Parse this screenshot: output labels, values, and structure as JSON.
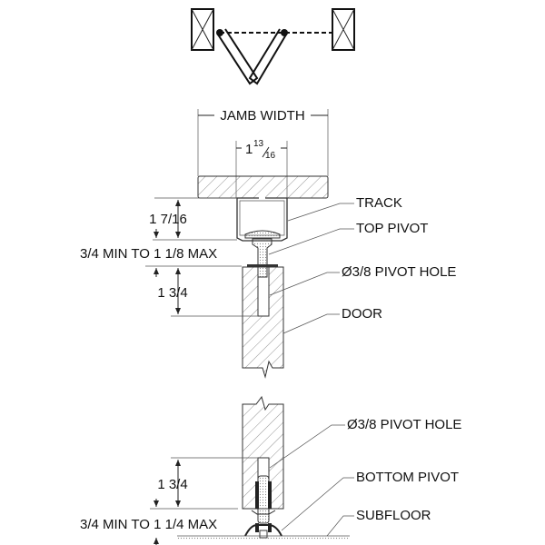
{
  "labels": {
    "jamb_width": "JAMB WIDTH",
    "track_width_whole": "1",
    "track_width_num": "13",
    "track_width_den": "16",
    "track_height": "1 7/16",
    "top_gap": "3/4 MIN TO 1 1/8 MAX",
    "top_hole_depth": "1 3/4",
    "bottom_hole_depth": "1 3/4",
    "bottom_gap": "3/4 MIN TO 1 1/4 MAX"
  },
  "callouts": {
    "track": "TRACK",
    "top_pivot": "TOP PIVOT",
    "top_pivot_hole": "Ø3/8 PIVOT HOLE",
    "door": "DOOR",
    "bottom_pivot_hole": "Ø3/8 PIVOT HOLE",
    "bottom_pivot": "BOTTOM PIVOT",
    "subfloor": "SUBFLOOR"
  }
}
